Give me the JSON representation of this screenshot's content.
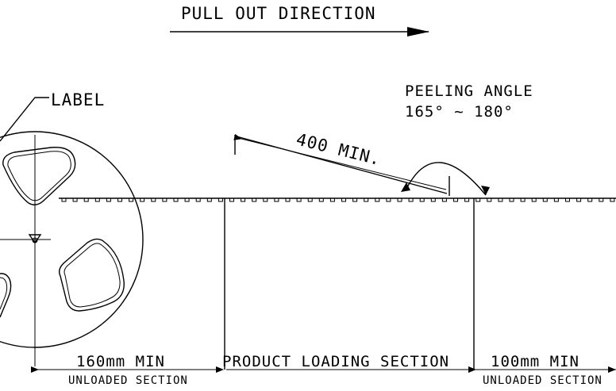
{
  "pull_out_direction": "PULL OUT DIRECTION",
  "label": "LABEL",
  "peeling_angle_title": "PEELING ANGLE",
  "peeling_angle_range": "165° ~ 180°",
  "leader_length": "400 MIN.",
  "sections": {
    "left_length": "160mm MIN",
    "left_name": "UNLOADED SECTION",
    "middle_name": "PRODUCT LOADING SECTION",
    "right_length": "100mm MIN",
    "right_name": "UNLOADED SECTION"
  }
}
